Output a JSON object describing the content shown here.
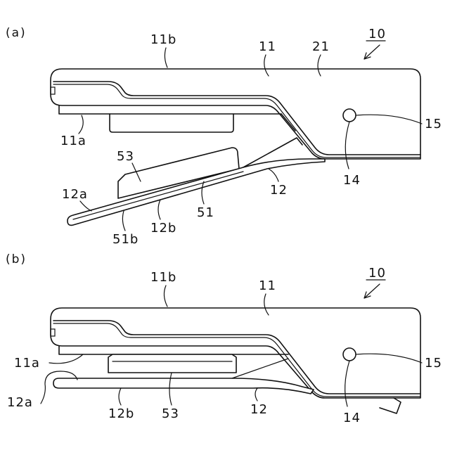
{
  "panel_a": {
    "title": "(a)",
    "labels": {
      "ref_10": "10",
      "l11b": "11b",
      "l11": "11",
      "l21": "21",
      "l15": "15",
      "l11a": "11a",
      "l53": "53",
      "l14": "14",
      "l12a": "12a",
      "l12": "12",
      "l51": "51",
      "l51b": "51b",
      "l12b": "12b"
    }
  },
  "panel_b": {
    "title": "(b)",
    "labels": {
      "ref_10": "10",
      "l11b": "11b",
      "l11": "11",
      "l15": "15",
      "l11a": "11a",
      "l12a": "12a",
      "l12b": "12b",
      "l53": "53",
      "l12": "12",
      "l14": "14"
    }
  },
  "colors": {
    "stroke": "#111111",
    "background": "#ffffff"
  }
}
